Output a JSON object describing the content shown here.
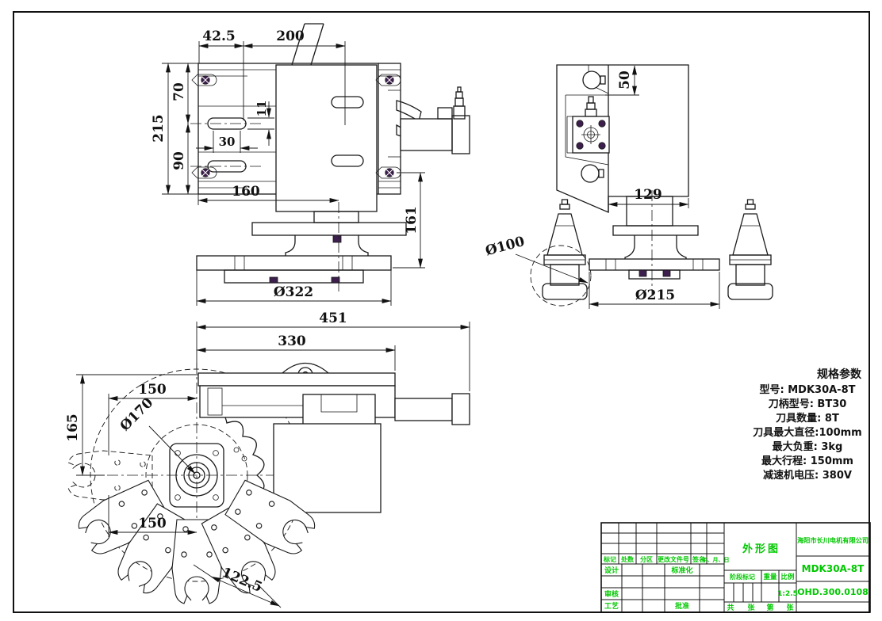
{
  "accent_green": "#00c800",
  "front": {
    "w1": "42.5",
    "w2": "200",
    "h1": "70",
    "h2": "90",
    "h3": "215",
    "slot_len": "30",
    "slot_h": "11",
    "w3": "160",
    "h4": "161",
    "base_dia": "Ø322"
  },
  "side": {
    "h1": "50",
    "w1": "129",
    "tool_dia": "Ø100",
    "flange_dia": "Ø215"
  },
  "plan": {
    "w1": "451",
    "w2": "330",
    "h1": "165",
    "r_top": "150",
    "disc_dia": "Ø170",
    "r_bot": "150",
    "pitch": "122.5"
  },
  "specs": {
    "title": "规格参数",
    "rows": [
      "型号: MDK30A-8T",
      "刀柄型号: BT30",
      "刀具数量: 8T",
      "刀具最大直径:100mm",
      "最大负重: 3kg",
      "最大行程: 150mm",
      "减速机电压: 380V"
    ]
  },
  "title_block": {
    "drawing_name": "外形图",
    "company": "海阳市长川电机有限公司",
    "model": "MDK30A-8T",
    "code": "OHD.300.0108",
    "scale_value": "1:2.5",
    "rev_headers": [
      "标记",
      "处数",
      "分区",
      "更改文件号",
      "签名",
      "年、月、日"
    ],
    "design": "设计",
    "standardize": "标准化",
    "check": "审核",
    "craft": "工艺",
    "approve": "批准",
    "stage": "阶段标记",
    "weight": "重量",
    "scale_label": "比例",
    "sheet_total": "共",
    "sheet_unit1": "张",
    "sheet_no": "第",
    "sheet_unit2": "张"
  }
}
